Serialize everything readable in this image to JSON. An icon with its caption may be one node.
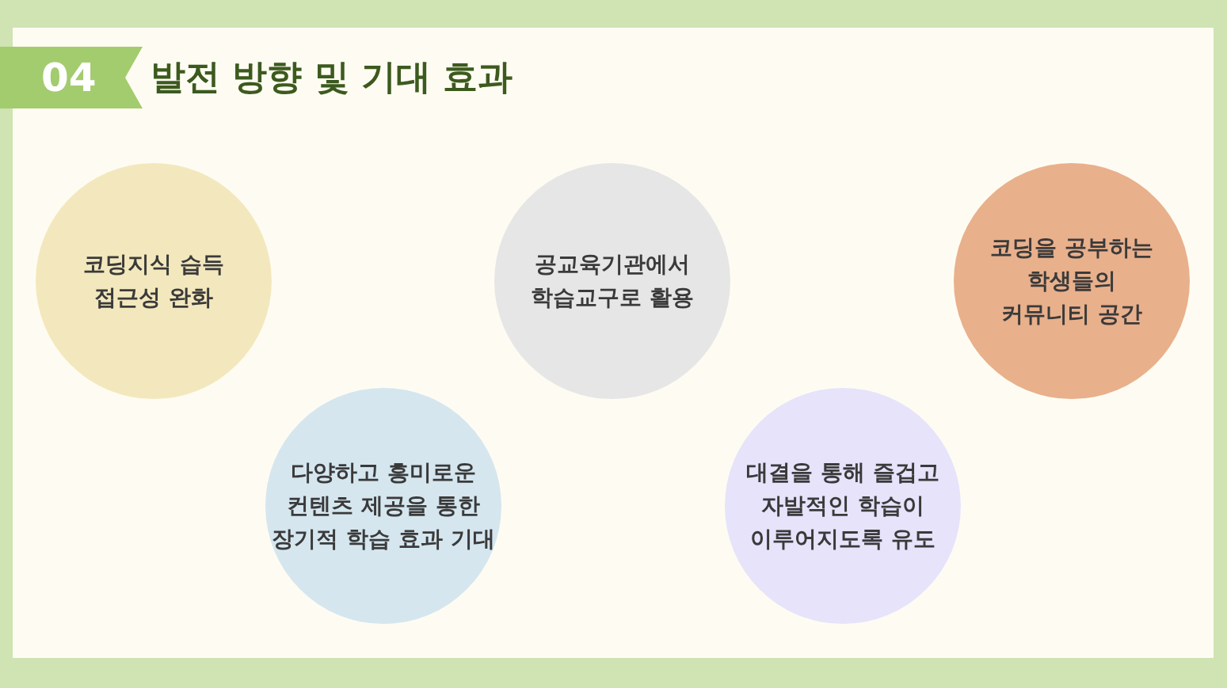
{
  "diagram": {
    "title": "발전 방향 및 기대 효과",
    "nodes": [
      {
        "text": [
          "코딩지식 습득 접근성 완화"
        ]
      },
      {
        "text": [
          "다양하고 흥미로운 컨텐츠 제공을 통한 장기적 학습 효과 기대"
        ]
      },
      {
        "text": [
          "공교육기관에서 학습교구로 활용"
        ]
      },
      {
        "text": [
          "대결을 통해 즐겁고 자발적인 학습이 이루어지도록 유도"
        ]
      },
      {
        "text": [
          "코딩을 공부하는 학생들의 커뮤니티 공간"
        ]
      }
    ],
    "labels": [
      "04"
    ]
  }
}
